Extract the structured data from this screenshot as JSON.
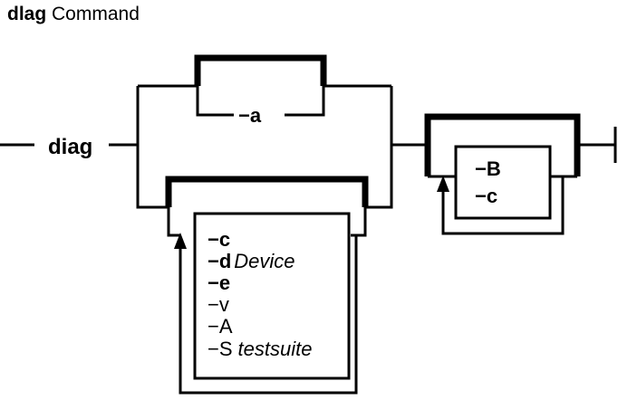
{
  "title": {
    "command": "dlag",
    "suffix": "Command"
  },
  "main": {
    "command": "diag",
    "optional_flag": "−a",
    "options": [
      {
        "flag": "−c",
        "arg": ""
      },
      {
        "flag": "−d",
        "arg": "Device"
      },
      {
        "flag": "−e",
        "arg": ""
      },
      {
        "flag": "−v",
        "arg": ""
      },
      {
        "flag": "−A",
        "arg": ""
      },
      {
        "flag": "−S",
        "arg": "testsuite"
      }
    ]
  },
  "right_group": {
    "options": [
      "−B",
      "−c"
    ]
  }
}
